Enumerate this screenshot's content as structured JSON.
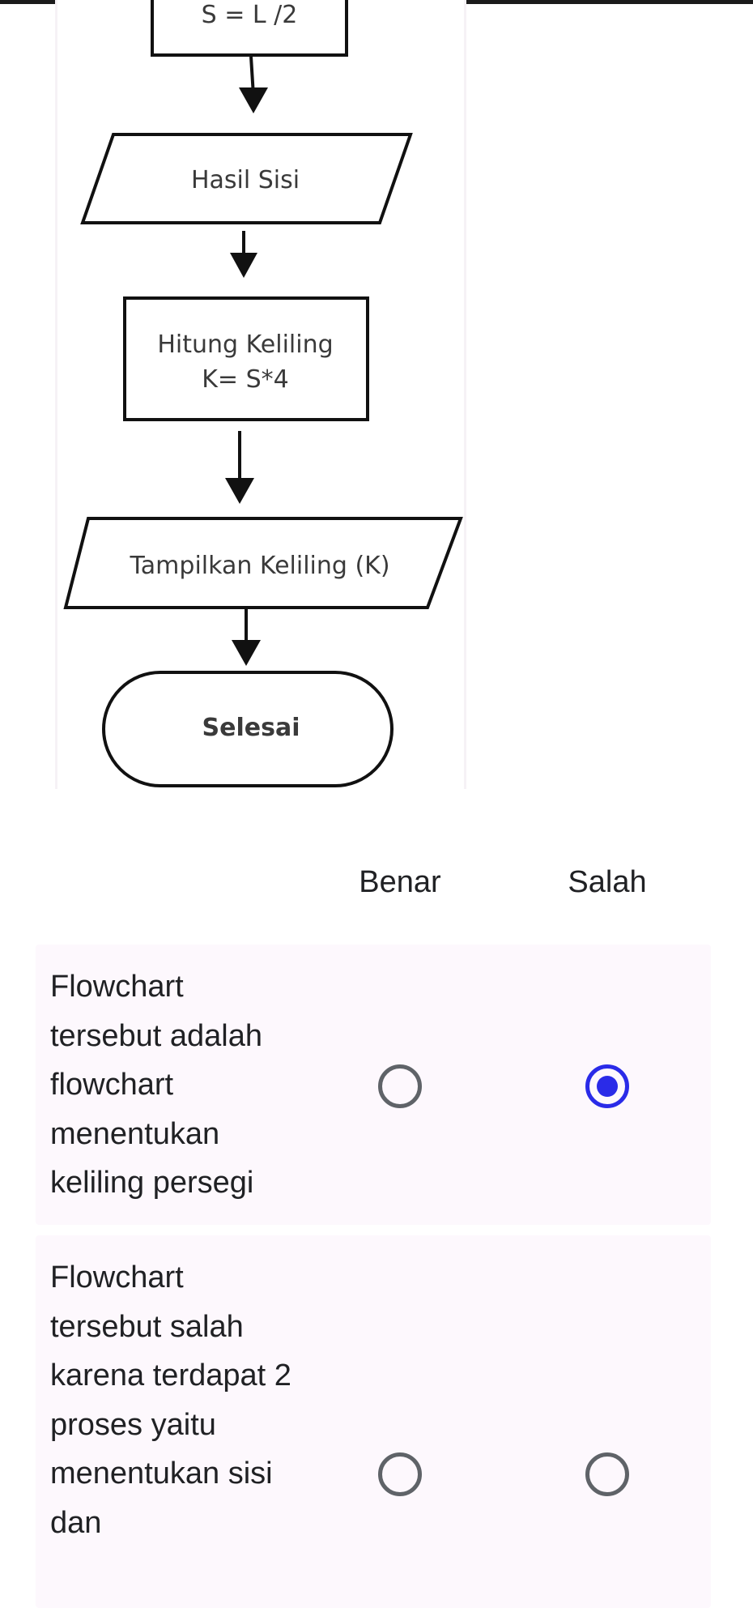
{
  "flowchart": {
    "nodes": [
      {
        "type": "process",
        "label": "S = L /2"
      },
      {
        "type": "io",
        "label": "Hasil Sisi"
      },
      {
        "type": "process",
        "label_line1": "Hitung Keliling",
        "label_line2": "K= S*4"
      },
      {
        "type": "io",
        "label": "Tampilkan Keliling (K)"
      },
      {
        "type": "terminator",
        "label": "Selesai"
      }
    ]
  },
  "grid": {
    "columns": [
      {
        "label": "Benar"
      },
      {
        "label": "Salah"
      }
    ],
    "rows": [
      {
        "label": "Flowchart tersebut adalah flowchart menentukan keliling persegi",
        "selected": "Salah"
      },
      {
        "label": "Flowchart tersebut salah karena terdapat 2 proses yaitu menentukan sisi dan",
        "selected": null
      }
    ]
  },
  "colors": {
    "accent": "#2a2be8",
    "radio_unselected": "#5f6368",
    "row_background": "#fdf8fd",
    "text": "#202124"
  }
}
